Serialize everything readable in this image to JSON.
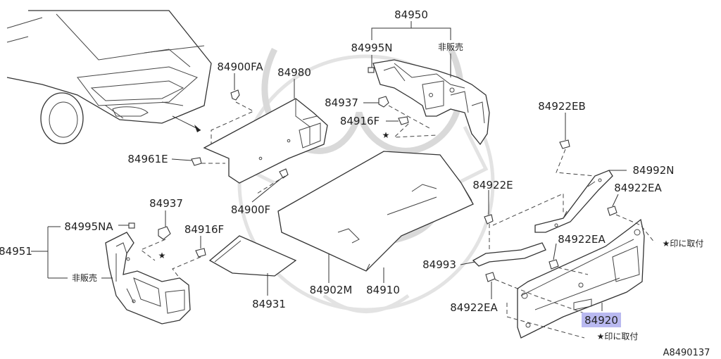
{
  "labels": {
    "p84950": "84950",
    "p84995N": "84995N",
    "hibanbai_top": "非販売",
    "p84900FA": "84900FA",
    "p84980": "84980",
    "p84937_top": "84937",
    "p84916F_top": "84916F",
    "p84922EB": "84922EB",
    "p84961E": "84961E",
    "p84992N": "84992N",
    "p84922E": "84922E",
    "p84922EA_1": "84922EA",
    "p84900F": "84900F",
    "p84937_left": "84937",
    "p84995NA": "84995NA",
    "p84916F_left": "84916F",
    "p84922EA_2": "84922EA",
    "jp_mount_1": "★印に取付",
    "p84951": "84951",
    "p84993": "84993",
    "hibanbai_left": "非販売",
    "p84931": "84931",
    "p84902M": "84902M",
    "p84910": "84910",
    "p84922EA_3": "84922EA",
    "p84920": "84920",
    "jp_mount_2": "★印に取付",
    "diagram_code": "A8490137"
  },
  "stars": {
    "star_top": "★",
    "star_left": "★"
  },
  "colors": {
    "highlight": "#b9b9f0",
    "line": "#333333",
    "watermark": "#d9d9d9"
  }
}
